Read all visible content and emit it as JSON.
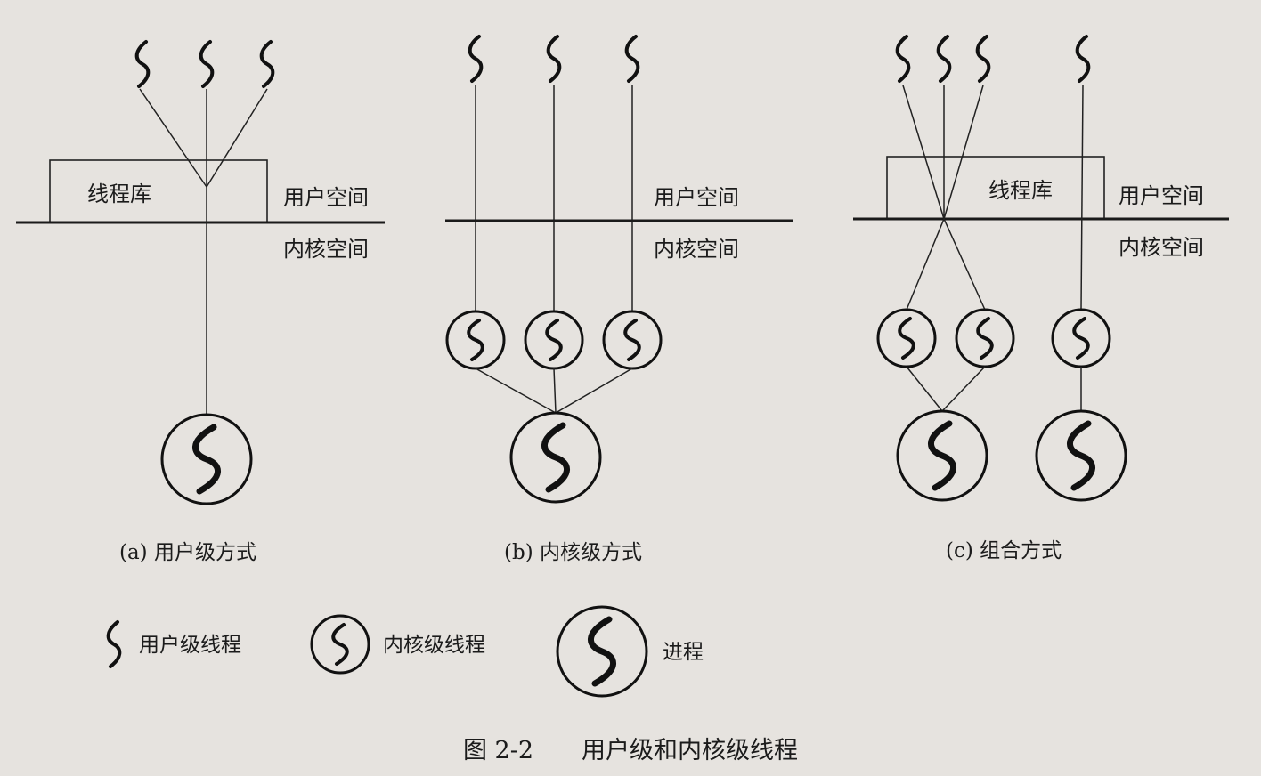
{
  "labels": {
    "thread_library": "线程库",
    "user_space": "用户空间",
    "kernel_space": "内核空间"
  },
  "panels": {
    "a": {
      "caption": "(a) 用户级方式"
    },
    "b": {
      "caption": "(b) 内核级方式"
    },
    "c": {
      "caption": "(c) 组合方式"
    }
  },
  "legend": {
    "user_thread": "用户级线程",
    "kernel_thread": "内核级线程",
    "process": "进程"
  },
  "figure_caption": "图 2-2　　用户级和内核级线程"
}
